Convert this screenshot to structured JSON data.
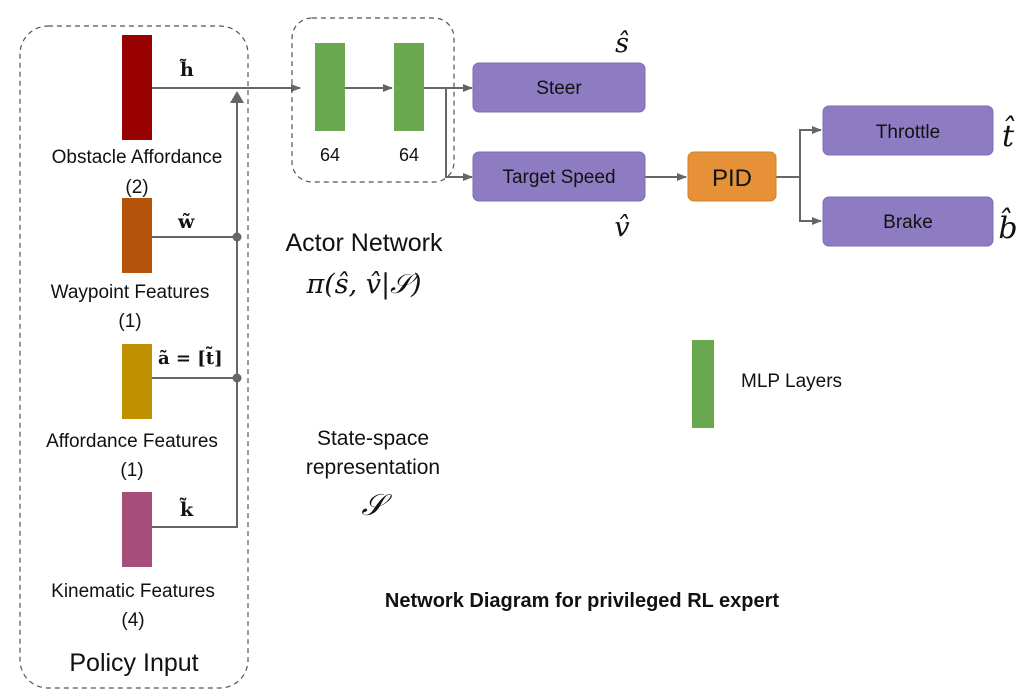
{
  "caption": "Network Diagram for privileged RL expert",
  "policy_input": {
    "title": "Policy Input",
    "features": [
      {
        "name": "Obstacle Affordance",
        "count": "(2)",
        "symbol": "h̃",
        "color": "#990000"
      },
      {
        "name": "Waypoint Features",
        "count": "(1)",
        "symbol": "w̃",
        "color": "#b45309"
      },
      {
        "name": "Affordance Features",
        "count": "(1)",
        "symbol": "ã = [t̃]",
        "color": "#bf9000"
      },
      {
        "name": "Kinematic Features",
        "count": "(4)",
        "symbol": "k̃",
        "color": "#a64d79"
      }
    ]
  },
  "actor_network": {
    "title": "Actor Network",
    "formula": "π(ŝ, v̂|𝒮)",
    "layers": [
      {
        "units": "64"
      },
      {
        "units": "64"
      }
    ]
  },
  "state_space": {
    "line1": "State-space",
    "line2": "representation",
    "symbol": "𝒮"
  },
  "outputs": {
    "steer": {
      "label": "Steer",
      "symbol": "ŝ"
    },
    "target_speed": {
      "label": "Target Speed",
      "symbol": "v̂"
    },
    "pid": {
      "label": "PID"
    },
    "throttle": {
      "label": "Throttle",
      "symbol": "t̂"
    },
    "brake": {
      "label": "Brake",
      "symbol": "b̂"
    }
  },
  "legend": {
    "mlp_label": "MLP Layers"
  },
  "colors": {
    "mlp": "#6aa84f",
    "output_box": "#8e7cc3",
    "pid_box": "#e69138",
    "arrow": "#666666"
  }
}
